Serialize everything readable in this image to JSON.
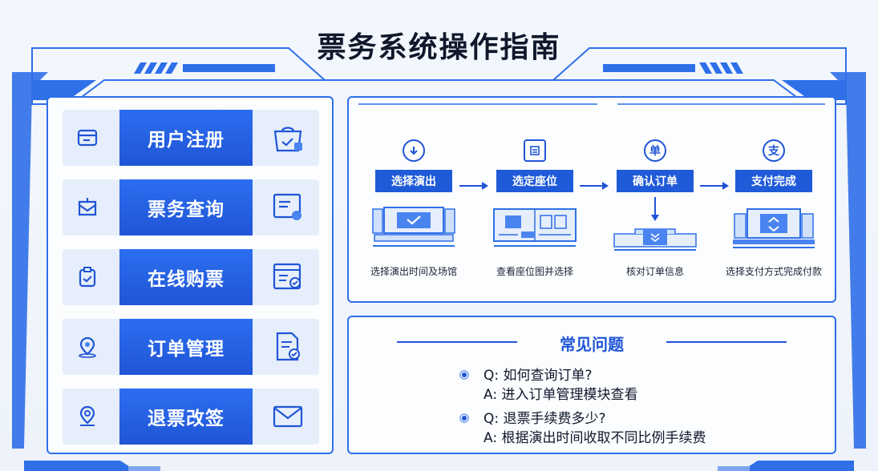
{
  "title": "票务系统操作指南",
  "menu": [
    {
      "label": "用户注册",
      "left_icon": "card-icon",
      "right_icon": "bag-check-icon"
    },
    {
      "label": "票务查询",
      "left_icon": "ticket-icon",
      "right_icon": "screen-search-icon"
    },
    {
      "label": "在线购票",
      "left_icon": "clipboard-check-icon",
      "right_icon": "list-check-icon"
    },
    {
      "label": "订单管理",
      "left_icon": "location-icon",
      "right_icon": "document-check-icon"
    },
    {
      "label": "退票改签",
      "left_icon": "location-person-icon",
      "right_icon": "mail-icon"
    }
  ],
  "flow": {
    "steps": [
      {
        "badge": "↓",
        "label": "选择演出",
        "desc": "选择演出时间及场馆",
        "icon": "download-icon",
        "illustration": "screen-check-illustration"
      },
      {
        "badge": "☰",
        "label": "选定座位",
        "desc": "查看座位图并选择",
        "icon": "seat-map-icon",
        "illustration": "seat-map-illustration"
      },
      {
        "badge": "单",
        "label": "确认订单",
        "desc": "核对订单信息",
        "icon": "order-icon",
        "illustration": "order-check-illustration"
      },
      {
        "badge": "支",
        "label": "支付完成",
        "desc": "选择支付方式完成付款",
        "icon": "pay-icon",
        "illustration": "payment-illustration"
      }
    ]
  },
  "faq": {
    "title": "常见问题",
    "items": [
      {
        "q": "Q:  如何查询订单?",
        "a": "A:  进入订单管理模块查看"
      },
      {
        "q": "Q:  退票手续费多少?",
        "a": "A:  根据演出时间收取不同比例手续费"
      }
    ]
  },
  "colors": {
    "accent": "#1f55d6",
    "frame": "#2f6fe8",
    "label_bg": "#e6eefb"
  }
}
